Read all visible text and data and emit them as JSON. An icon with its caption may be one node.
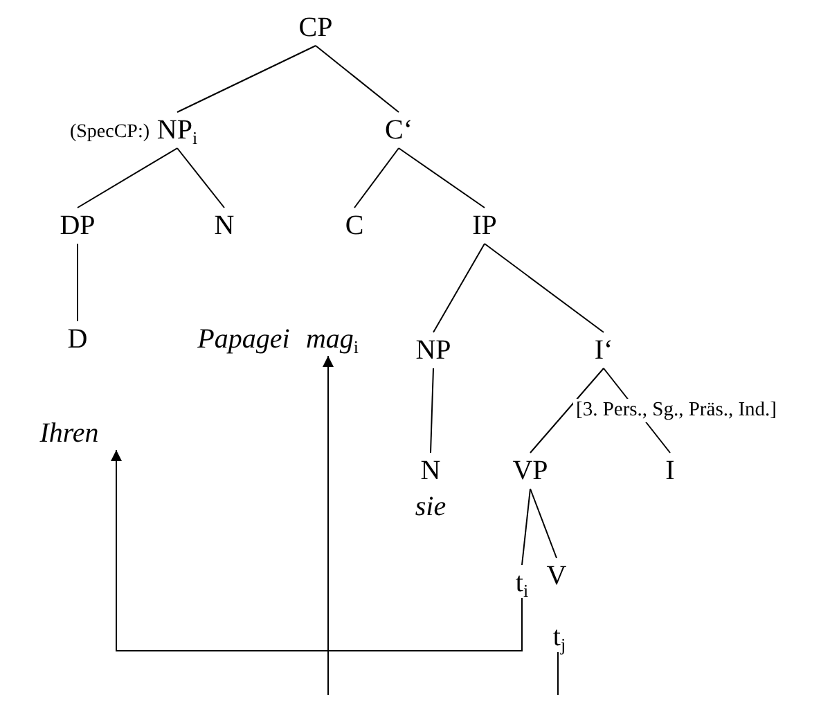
{
  "diagram": {
    "nodes": [
      {
        "text": [
          "CP"
        ]
      },
      {
        "text": [
          "NP$_{i}$"
        ],
        "beside": [
          "(SpecCP:)"
        ]
      },
      {
        "text": [
          "C‘"
        ]
      },
      {
        "text": [
          "DP"
        ]
      },
      {
        "text": [
          "N"
        ]
      },
      {
        "text": [
          "C"
        ]
      },
      {
        "text": [
          "IP"
        ]
      },
      {
        "text": [
          "D"
        ]
      },
      {
        "text": [
          "Papagei"
        ]
      },
      {
        "text": [
          "*mag*$_{i}$"
        ]
      },
      {
        "text": [
          "NP"
        ]
      },
      {
        "text": [
          "I‘"
        ]
      },
      {
        "text": [
          "Ihren"
        ]
      },
      {
        "text": [
          "N"
        ]
      },
      {
        "text": [
          "VP"
        ]
      },
      {
        "text": [
          "I"
        ]
      },
      {
        "text": [
          "sie"
        ]
      },
      {
        "text": [
          "t$_{i}$"
        ]
      },
      {
        "text": [
          "V"
        ]
      },
      {
        "text": [
          "t$_{j}$"
        ]
      }
    ],
    "edges": [
      {
        "from": 0,
        "to": 1,
        "arrow": "none"
      },
      {
        "from": 0,
        "to": 2,
        "arrow": "none"
      },
      {
        "from": 1,
        "to": 3,
        "arrow": "none"
      },
      {
        "from": 1,
        "to": 4,
        "arrow": "none"
      },
      {
        "from": 2,
        "to": 5,
        "arrow": "none"
      },
      {
        "from": 2,
        "to": 6,
        "arrow": "none"
      },
      {
        "from": 3,
        "to": 7,
        "arrow": "none"
      },
      {
        "from": 6,
        "to": 10,
        "arrow": "none"
      },
      {
        "from": 6,
        "to": 11,
        "arrow": "none"
      },
      {
        "from": 10,
        "to": 13,
        "arrow": "none"
      },
      {
        "from": 11,
        "to": 14,
        "arrow": "none"
      },
      {
        "from": 11,
        "to": 15,
        "arrow": "none"
      },
      {
        "from": 14,
        "to": 17,
        "arrow": "none"
      },
      {
        "from": 14,
        "to": 18,
        "arrow": "none"
      },
      {
        "from": 17,
        "to": 12,
        "arrow": "to"
      },
      {
        "from": null,
        "to": 9,
        "arrow": "to"
      },
      {
        "from": 19,
        "to": null,
        "arrow": "none"
      }
    ],
    "labels": [
      "[3. Pers., Sg., Präs., Ind.]"
    ]
  }
}
